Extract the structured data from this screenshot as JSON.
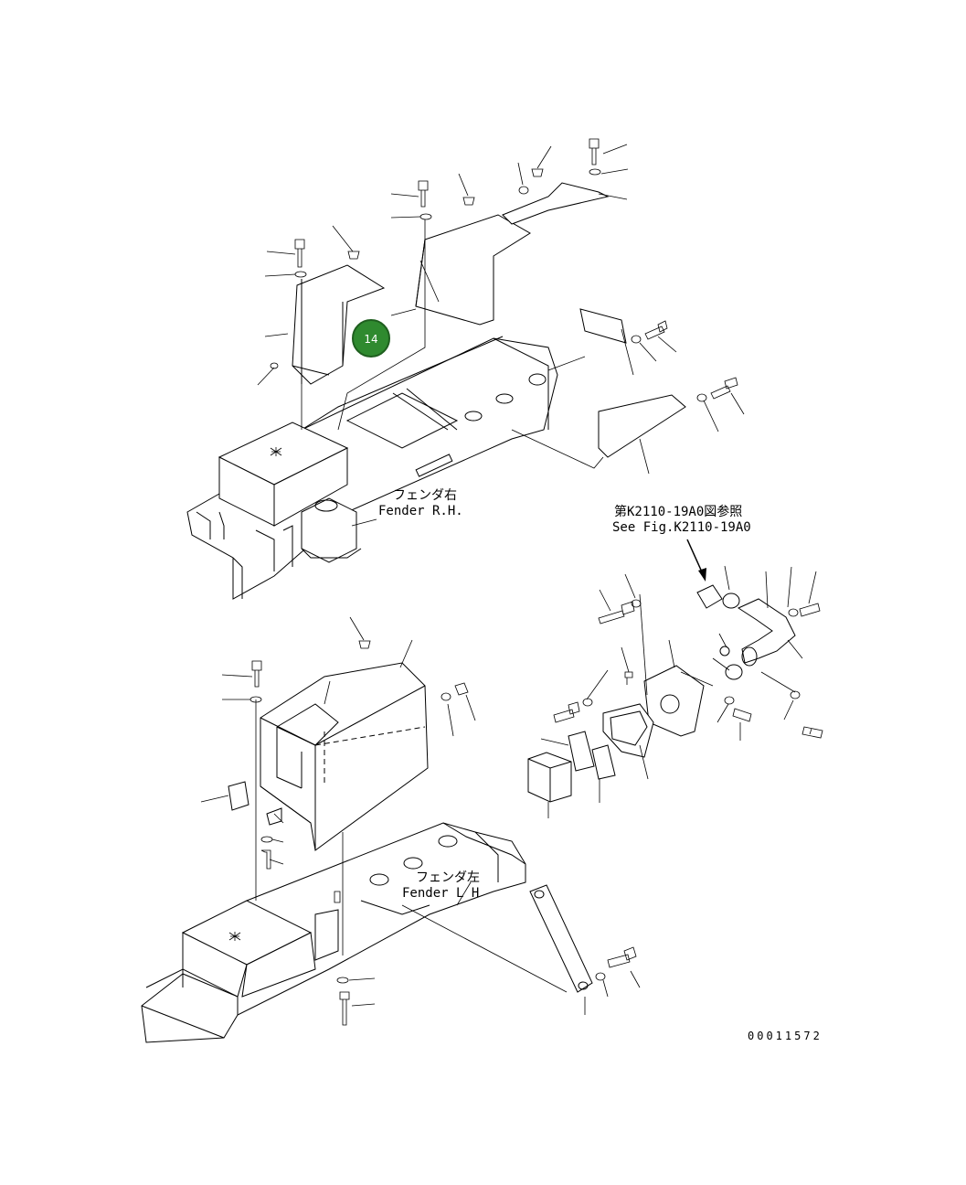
{
  "labels": {
    "fender_rh_jp": "フェンダ右",
    "fender_rh_en": "Fender R.H.",
    "see_fig_jp": "第K2110-19A0図参照",
    "see_fig_en": "See Fig.K2110-19A0",
    "fender_lh_jp": "フェンダ左",
    "fender_lh_en": "Fender L H"
  },
  "callout": {
    "number": "14",
    "color": "#2f8a2f"
  },
  "drawing_number": "00011572"
}
